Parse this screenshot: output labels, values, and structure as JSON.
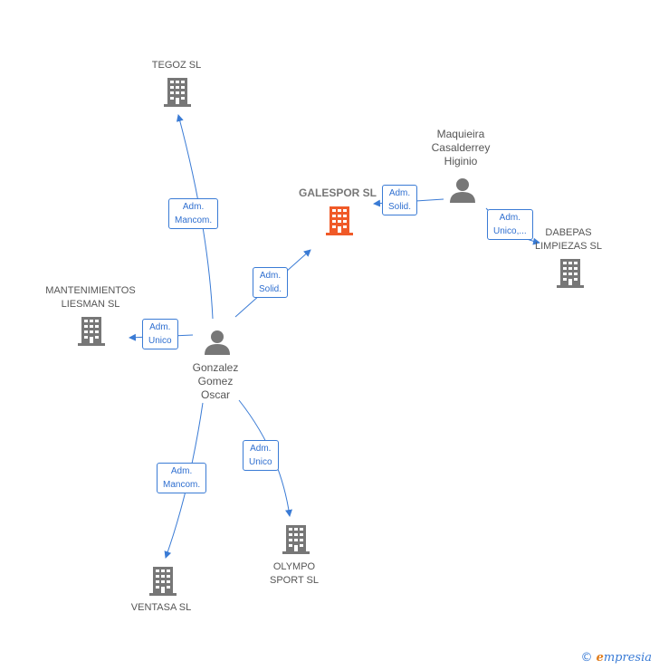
{
  "nodes": {
    "galespor": {
      "label": "GALESPOR SL",
      "color": "#f05a28"
    },
    "tegoz": {
      "label": "TEGOZ SL"
    },
    "mantenimientos": {
      "line1": "MANTENIMIENTOS",
      "line2": "LIESMAN SL"
    },
    "dabepas": {
      "line1": "DABEPAS",
      "line2": "LIMPIEZAS SL"
    },
    "ventasa": {
      "label": "VENTASA SL"
    },
    "olympo": {
      "line1": "OLYMPO",
      "line2": "SPORT SL"
    },
    "gonzalez": {
      "line1": "Gonzalez",
      "line2": "Gomez",
      "line3": "Oscar"
    },
    "maquieira": {
      "line1": "Maquieira",
      "line2": "Casalderrey",
      "line3": "Higinio"
    }
  },
  "edges": {
    "tegoz": {
      "line1": "Adm.",
      "line2": "Mancom."
    },
    "galespor_gonzalez": {
      "line1": "Adm.",
      "line2": "Solid."
    },
    "galespor_maquieira": {
      "line1": "Adm.",
      "line2": "Solid."
    },
    "dabepas": {
      "line1": "Adm.",
      "line2": "Unico,..."
    },
    "mantenimientos": {
      "line1": "Adm.",
      "line2": "Unico"
    },
    "ventasa": {
      "line1": "Adm.",
      "line2": "Mancom."
    },
    "olympo": {
      "line1": "Adm.",
      "line2": "Unico"
    }
  },
  "colors": {
    "edge": "#3a7bd5",
    "company": "#777777",
    "main_company": "#f05a28"
  },
  "brand": {
    "copyright": "©",
    "e": "e",
    "rest": "mpresia"
  }
}
